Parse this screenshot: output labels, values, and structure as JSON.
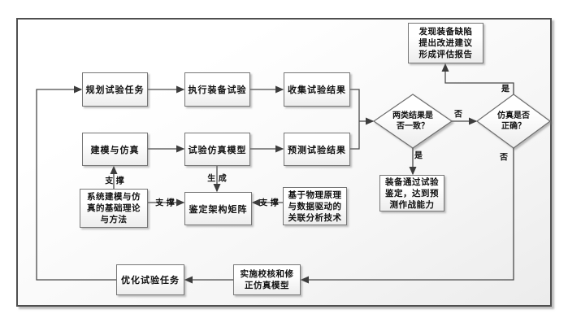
{
  "nodes": {
    "plan_task": {
      "label": "规划试验任务"
    },
    "exec_test": {
      "label": "执行装备试验"
    },
    "collect_results": {
      "label": "收集试验结果"
    },
    "modeling_sim": {
      "label": "建模与仿真"
    },
    "sim_model": {
      "label": "试验仿真模型"
    },
    "predict_results": {
      "label": "预测试验结果"
    },
    "report": {
      "line1": "发现装备缺陷",
      "line2": "提出改进建议",
      "line3": "形成评估报告"
    },
    "equip_pass": {
      "line1": "装备通过试验",
      "line2": "鉴定，达到预",
      "line3": "测作战能力"
    },
    "theory": {
      "line1": "系统建模与仿",
      "line2": "真的基础理论",
      "line3": "与方法"
    },
    "matrix": {
      "label": "鉴定架构矩阵"
    },
    "physics": {
      "line1": "基于物理原理",
      "line2": "与数据驱动的",
      "line3": "关联分析技术"
    },
    "optimize": {
      "label": "优化试验任务"
    },
    "implement": {
      "line1": "实施校核和修",
      "line2": "正仿真模型"
    }
  },
  "decisions": {
    "consistent": {
      "line1": "两类结果是",
      "line2": "否一致？"
    },
    "sim_correct": {
      "line1": "仿真是否",
      "line2": "正确？"
    }
  },
  "edge_labels": {
    "support_vertical": "支 撑",
    "support_left": "支 撑",
    "support_right": "支 撑",
    "generate": "生 成",
    "yes_top": "是",
    "no_mid": "否",
    "yes_bottom": "是",
    "no_bottom": "否"
  },
  "colors": {
    "line": "#4a4a4a",
    "node_border": "#767676",
    "text": "#111111"
  }
}
